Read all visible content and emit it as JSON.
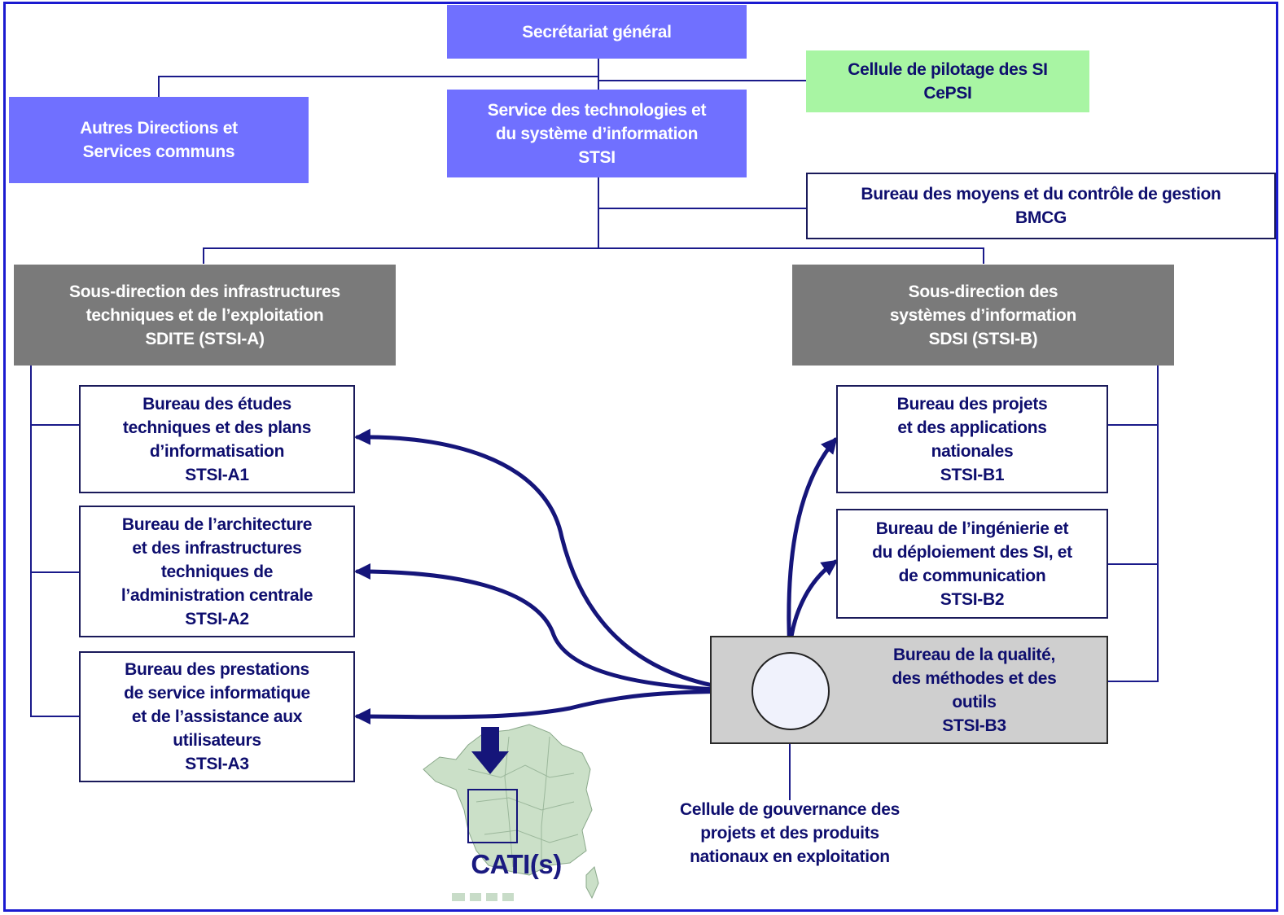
{
  "secretariat": {
    "label": "Secrétariat général"
  },
  "cepsi": {
    "line1": "Cellule de pilotage des SI",
    "line2": "CePSI"
  },
  "autres": {
    "line1": "Autres Directions et",
    "line2": "Services communs"
  },
  "stsi": {
    "line1": "Service des technologies et",
    "line2": "du système d’information",
    "line3": "STSI"
  },
  "bmcg": {
    "line1": "Bureau des moyens et du contrôle de gestion",
    "line2": "BMCG"
  },
  "sdite": {
    "line1": "Sous-direction des infrastructures",
    "line2": "techniques et de l’exploitation",
    "line3": "SDITE (STSI-A)"
  },
  "sdsi": {
    "line1": "Sous-direction des",
    "line2": "systèmes d’information",
    "line3": "SDSI (STSI-B)"
  },
  "a1": {
    "lines": [
      "Bureau des études",
      "techniques et des plans",
      "d’informatisation",
      "STSI-A1"
    ]
  },
  "a2": {
    "lines": [
      "Bureau de l’architecture",
      "et des infrastructures",
      "techniques de",
      "l’administration centrale",
      "STSI-A2"
    ]
  },
  "a3": {
    "lines": [
      "Bureau des prestations",
      "de service informatique",
      "et de l’assistance aux",
      "utilisateurs",
      "STSI-A3"
    ]
  },
  "b1": {
    "lines": [
      "Bureau des projets",
      "et des applications",
      "nationales",
      "STSI-B1"
    ]
  },
  "b2": {
    "lines": [
      "Bureau de l’ingénierie et",
      "du déploiement des SI, et",
      "de communication",
      "STSI-B2"
    ]
  },
  "b3": {
    "lines": [
      "Bureau de la qualité,",
      "des méthodes et des",
      "outils",
      "STSI-B3"
    ]
  },
  "gouvernance": {
    "lines": [
      "Cellule de gouvernance des",
      "projets et des produits",
      "nationaux en exploitation"
    ]
  },
  "cati": {
    "label": "CATI(s)"
  },
  "colors": {
    "violet": "#7070ff",
    "green": "#a8f5a3",
    "grey": "#7a7a7a",
    "light_grey": "#cfcfcf",
    "link": "#1a1a8a",
    "frame": "#1a1ad0"
  }
}
